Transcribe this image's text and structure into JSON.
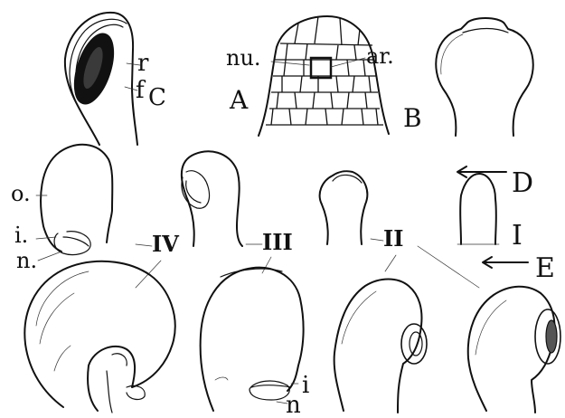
{
  "labels": {
    "r": "r",
    "f": "f",
    "C": "C",
    "nu": "nu.",
    "ar": "ar.",
    "A": "A",
    "B": "B",
    "D": "D",
    "E": "E",
    "I": "I",
    "II": "II",
    "III": "III",
    "IV": "IV",
    "o": "o.",
    "i_upper": "i.",
    "n_upper": "n.",
    "i_lower": "i",
    "n_lower": "n"
  }
}
